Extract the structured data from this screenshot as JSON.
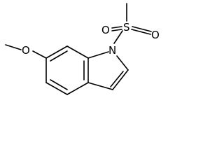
{
  "diagram": {
    "atoms": {
      "oxygen_left": "O",
      "nitrogen": "N",
      "sulfur": "S",
      "oxygen_sulfonyl_1": "O",
      "oxygen_sulfonyl_2": "O"
    },
    "colors": {
      "bond": "#000000",
      "background": "#ffffff"
    }
  }
}
